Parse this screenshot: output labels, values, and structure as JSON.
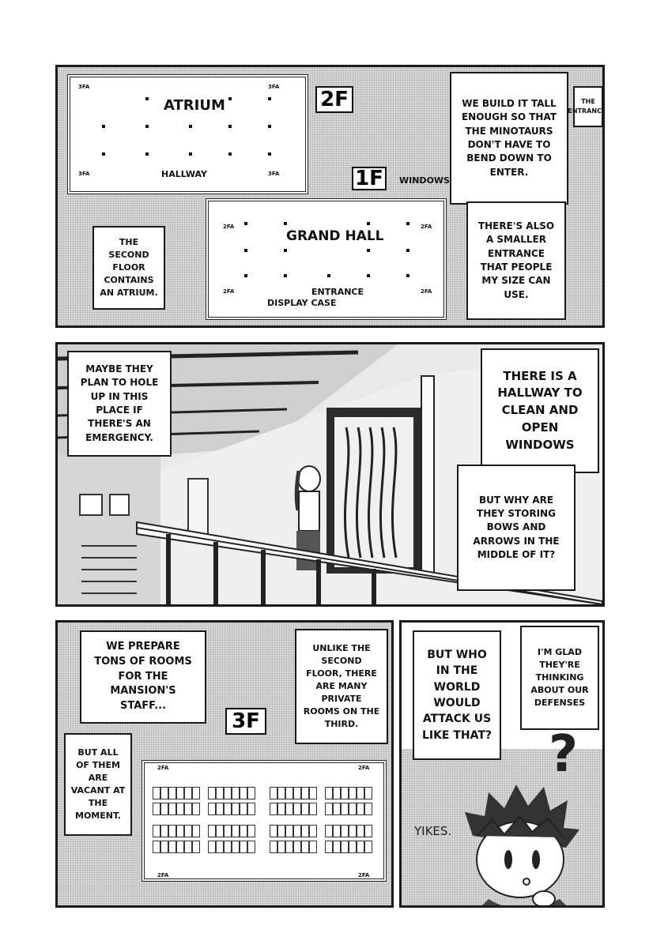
{
  "panel1": {
    "floor_2f": "2F",
    "floor_1f": "1F",
    "atrium_label": "ATRIUM",
    "hallway_label": "HALLWAY",
    "grand_hall_label": "GRAND HALL",
    "windows_label": "WINDOWS",
    "entrance_label": "ENTRANCE",
    "display_case_label": "DISPLAY CASE",
    "stair_label_3f": "3FA",
    "stair_label_2f": "2FA",
    "caption_left": "THE SECOND FLOOR CONTAINS AN ATRIUM.",
    "caption_right_tag": "THE ENTRANCE:",
    "caption_right_1": "WE BUILD IT TALL ENOUGH SO THAT THE MINOTAURS DON'T HAVE TO BEND DOWN TO ENTER.",
    "caption_right_2": "THERE'S ALSO A SMALLER ENTRANCE THAT PEOPLE MY SIZE CAN USE."
  },
  "panel2": {
    "caption_left": "MAYBE THEY PLAN TO HOLE UP IN THIS PLACE IF THERE'S AN EMERGENCY.",
    "caption_right_1": "THERE IS A HALLWAY TO CLEAN AND OPEN WINDOWS",
    "caption_right_2": "BUT WHY ARE THEY STORING BOWS AND ARROWS IN THE MIDDLE OF IT?"
  },
  "panel3": {
    "floor_3f": "3F",
    "caption_1": "WE PREPARE TONS OF ROOMS FOR THE MANSION'S STAFF...",
    "caption_2": "UNLIKE THE SECOND FLOOR, THERE ARE MANY PRIVATE ROOMS ON THE THIRD.",
    "caption_3": "BUT ALL OF THEM ARE VACANT AT THE MOMENT.",
    "stair_label": "2FA"
  },
  "panel4": {
    "caption_1": "BUT WHO IN THE WORLD WOULD ATTACK US LIKE THAT?",
    "caption_2": "I'M GLAD THEY'RE THINKING ABOUT OUR DEFENSES",
    "question_mark": "?",
    "sfx": "YIKES."
  }
}
